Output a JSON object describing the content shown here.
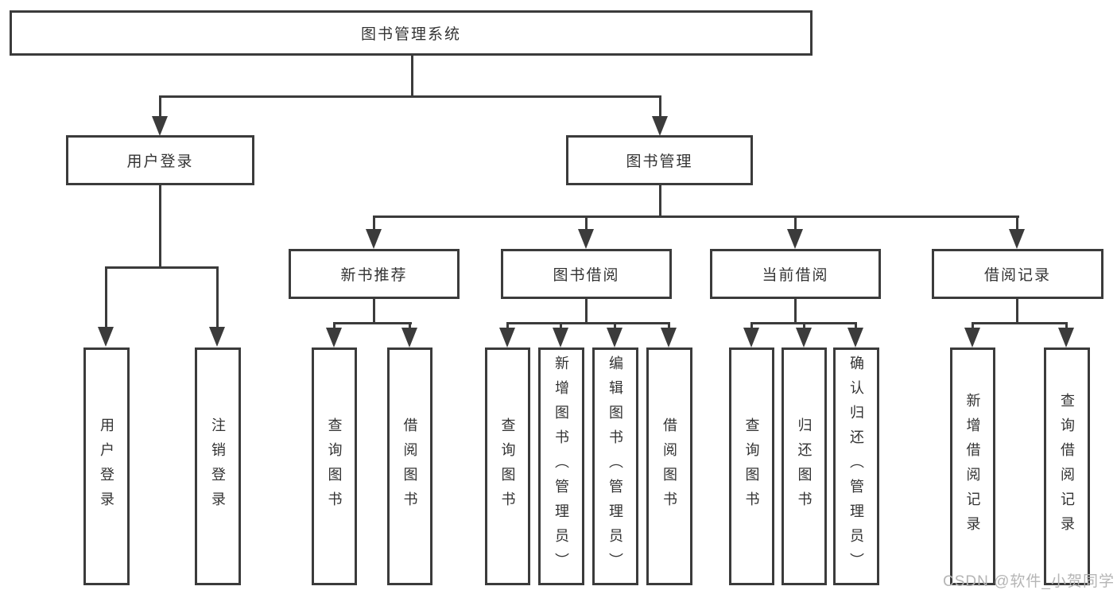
{
  "diagram": {
    "type": "hierarchy-tree",
    "tree": {
      "label": "图书管理系统",
      "children": [
        {
          "label": "用户登录",
          "children": [
            {
              "label": "用户登录"
            },
            {
              "label": "注销登录"
            }
          ]
        },
        {
          "label": "图书管理",
          "children": [
            {
              "label": "新书推荐",
              "children": [
                {
                  "label": "查询图书"
                },
                {
                  "label": "借阅图书"
                }
              ]
            },
            {
              "label": "图书借阅",
              "children": [
                {
                  "label": "查询图书"
                },
                {
                  "label": "新增图书（管理员）"
                },
                {
                  "label": "编辑图书（管理员）"
                },
                {
                  "label": "借阅图书"
                }
              ]
            },
            {
              "label": "当前借阅",
              "children": [
                {
                  "label": "查询图书"
                },
                {
                  "label": "归还图书"
                },
                {
                  "label": "确认归还（管理员）"
                }
              ]
            },
            {
              "label": "借阅记录",
              "children": [
                {
                  "label": "新增借阅记录"
                },
                {
                  "label": "查询借阅记录"
                }
              ]
            }
          ]
        }
      ]
    },
    "colors": {
      "line": "#3b3b3b",
      "box_border": "#3b3b3b",
      "text": "#333333",
      "background": "#ffffff",
      "watermark": "#b5b5b5"
    }
  },
  "watermark": {
    "text": "CSDN @软件_小贺同学"
  }
}
